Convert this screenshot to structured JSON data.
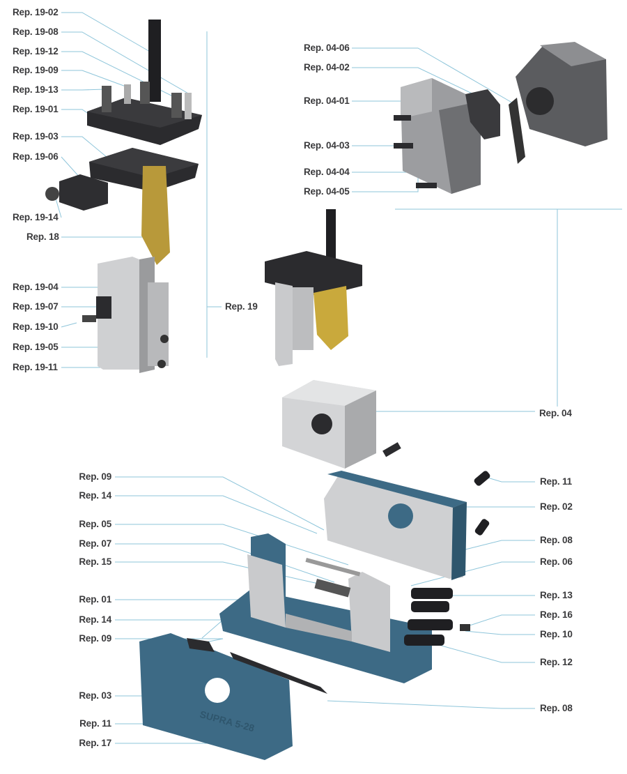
{
  "diagram_title": "",
  "colors": {
    "leader": "#8ec5da",
    "black_part": "#2b2b2e",
    "steel": "#cfd0d2",
    "blue_part": "#3d6a85",
    "brass": "#b8993a",
    "text": "#3a3a3c"
  },
  "group_19_labels": [
    "Rep. 19-02",
    "Rep. 19-08",
    "Rep. 19-12",
    "Rep. 19-09",
    "Rep. 19-13",
    "Rep. 19-01",
    "Rep. 19-03",
    "Rep. 19-06",
    "Rep. 19-14",
    "Rep. 18",
    "Rep. 19-04",
    "Rep. 19-07",
    "Rep. 19-10",
    "Rep. 19-05",
    "Rep. 19-11"
  ],
  "group_19_assembly": "Rep. 19",
  "group_04_labels": [
    "Rep. 04-06",
    "Rep. 04-02",
    "Rep. 04-01",
    "Rep. 04-03",
    "Rep. 04-04",
    "Rep. 04-05"
  ],
  "group_04_assembly": "Rep. 04",
  "main_left_labels": [
    "Rep. 09",
    "Rep. 14",
    "Rep. 05",
    "Rep. 07",
    "Rep. 15",
    "Rep. 01",
    "Rep. 14",
    "Rep. 09",
    "Rep. 03",
    "Rep. 11",
    "Rep. 17"
  ],
  "main_right_labels": [
    "Rep. 11",
    "Rep. 02",
    "Rep. 08",
    "Rep. 06",
    "Rep. 13",
    "Rep. 16",
    "Rep. 10",
    "Rep. 12",
    "Rep. 08"
  ],
  "engraving": "SUPRA 5-28"
}
